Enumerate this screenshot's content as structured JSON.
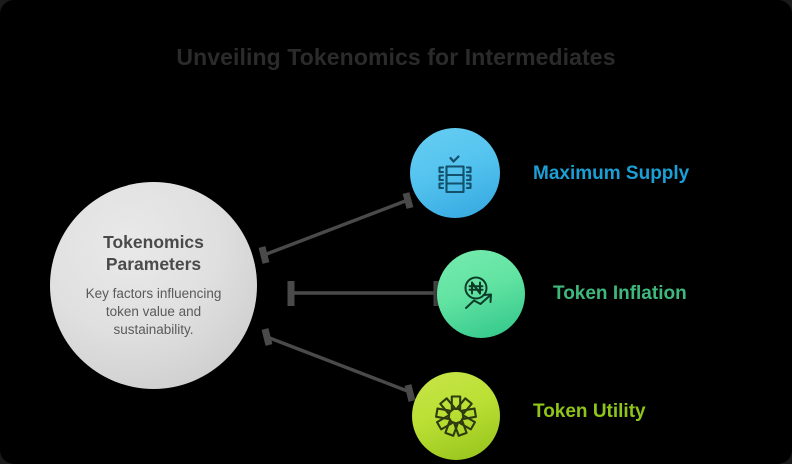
{
  "background_color": "#000000",
  "header": {
    "title": "Unveiling Tokenomics for Intermediates",
    "title_color": "#2b2b2b"
  },
  "hub": {
    "title": "Tokenomics Parameters",
    "description": "Key factors influencing token value and sustainability.",
    "fill_color": "#e0e0e0",
    "title_color": "#4a4a4a",
    "description_color": "#5a5a5a"
  },
  "branches": [
    {
      "id": "maximum-supply",
      "label": "Maximum Supply",
      "label_color": "#1b9fd4",
      "circle_color": "#54c4ef",
      "icon": "server-stack-check-icon"
    },
    {
      "id": "token-inflation",
      "label": "Token Inflation",
      "label_color": "#3fb87d",
      "circle_color": "#62e3a2",
      "icon": "naira-coin-trend-up-icon"
    },
    {
      "id": "token-utility",
      "label": "Token Utility",
      "label_color": "#8fc41a",
      "circle_color": "#bbe034",
      "icon": "starburst-asterisk-icon"
    }
  ],
  "connectors": {
    "line_color": "#4a4a4a",
    "items": [
      {
        "id": "hub-to-maximum-supply",
        "style": "diagonal-up"
      },
      {
        "id": "hub-to-token-inflation",
        "style": "horizontal"
      },
      {
        "id": "hub-to-token-utility",
        "style": "diagonal-down"
      }
    ]
  }
}
